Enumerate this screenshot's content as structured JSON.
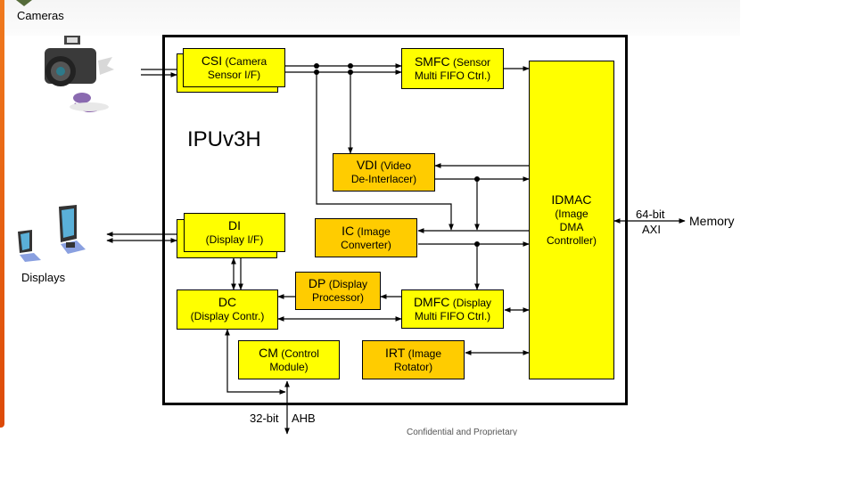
{
  "diagram": {
    "title": "IPUv3H",
    "external": {
      "cameras": "Cameras",
      "displays": "Displays",
      "memory": "Memory",
      "axi_width": "64-bit",
      "axi_bus": "AXI",
      "ahb_width": "32-bit",
      "ahb_bus": "AHB"
    },
    "blocks": {
      "csi": {
        "name": "CSI",
        "desc_line1": "(Camera",
        "desc_line2": "Sensor I/F)"
      },
      "smfc": {
        "name": "SMFC",
        "desc_line1": "(Sensor",
        "desc_line2": "Multi FIFO  Ctrl.)"
      },
      "vdi": {
        "name": "VDI",
        "desc_line1": "(Video",
        "desc_line2": "De-Interlacer)"
      },
      "ic": {
        "name": "IC",
        "desc_line1": "(Image",
        "desc_line2": "Converter)"
      },
      "idmac": {
        "name": "IDMAC",
        "desc_line1": "(Image",
        "desc_line2": "DMA",
        "desc_line3": "Controller)"
      },
      "di": {
        "name": "DI",
        "desc_line1": "(Display I/F)"
      },
      "dc": {
        "name": "DC",
        "desc_line1": "(Display Contr.)"
      },
      "dp": {
        "name": "DP",
        "desc_line1": "(Display",
        "desc_line2": "Processor)"
      },
      "dmfc": {
        "name": "DMFC",
        "desc_line1": "(Display",
        "desc_line2": "Multi FIFO  Ctrl.)"
      },
      "cm": {
        "name": "CM",
        "desc_line1": "(Control",
        "desc_line2": "Module)"
      },
      "irt": {
        "name": "IRT",
        "desc_line1": "(Image",
        "desc_line2": "Rotator)"
      }
    },
    "colors": {
      "block_yellow": "#ffff00",
      "block_orange": "#ffcc00",
      "accent_orange": "#e8620f"
    },
    "footer": "Confidential and Proprietary"
  }
}
